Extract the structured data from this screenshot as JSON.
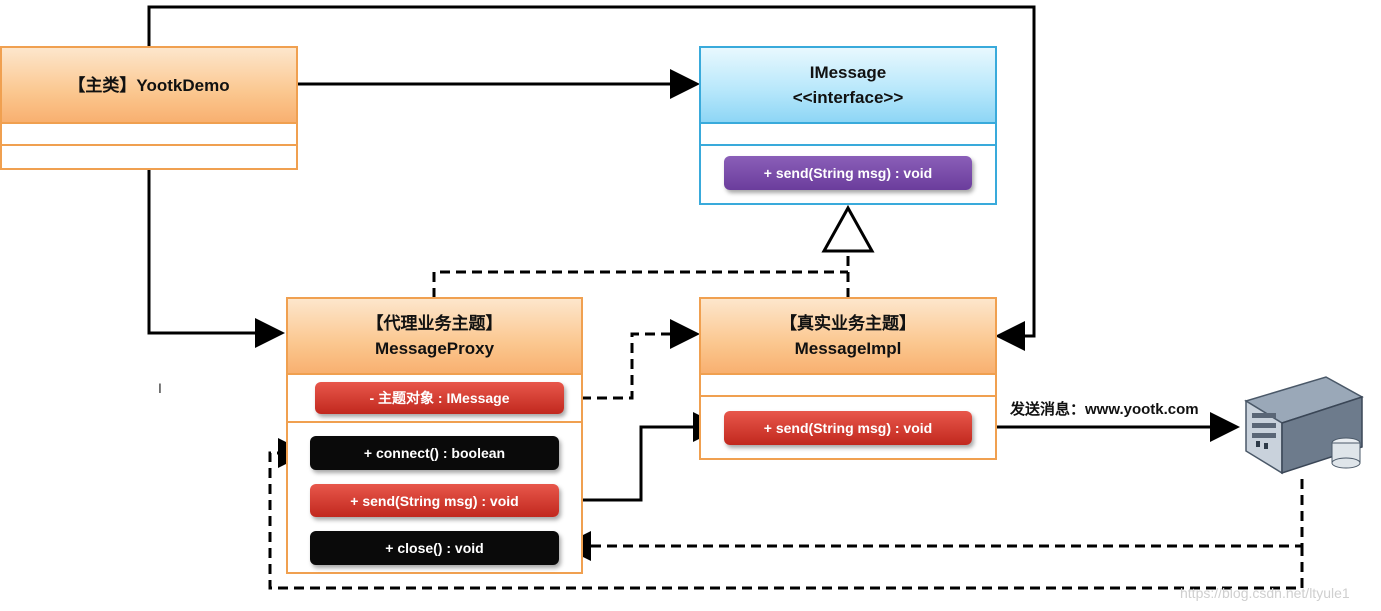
{
  "classes": {
    "yootk_demo": {
      "title": "【主类】YootkDemo"
    },
    "imessage": {
      "title": "IMessage",
      "stereotype": "<<interface>>",
      "method": "+ send(String msg) : void"
    },
    "proxy": {
      "title_cn": "【代理业务主题】",
      "title_en": "MessageProxy",
      "field": "- 主题对象 : IMessage",
      "methods": [
        "+ connect() : boolean",
        "+ send(String msg) : void",
        "+ close() : void"
      ]
    },
    "impl": {
      "title_cn": "【真实业务主题】",
      "title_en": "MessageImpl",
      "method": "+ send(String msg) : void"
    }
  },
  "annotation": "发送消息：www.yootk.com",
  "icons": {
    "server": "server-icon"
  },
  "watermark": "https://blog.csdn.net/ltyule1",
  "colors": {
    "orange_border": "#f0a050",
    "blue_border": "#39aadb",
    "red_pill": "#d0362a",
    "purple_pill": "#7a4eab",
    "black_pill": "#0a0a0a"
  }
}
